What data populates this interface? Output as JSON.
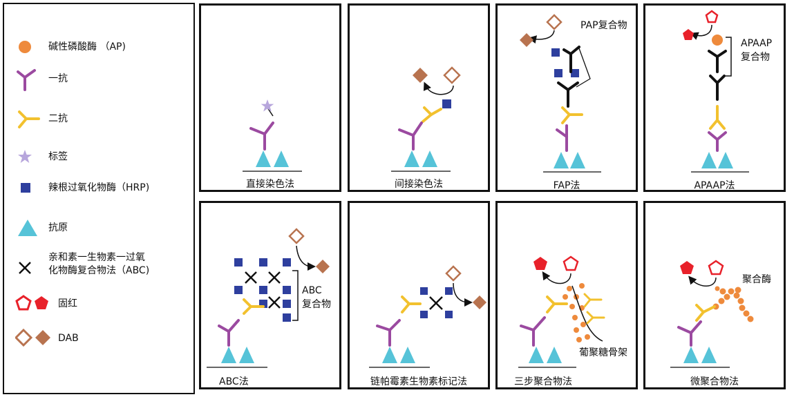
{
  "legend": {
    "items": [
      {
        "icon": "ap-dot-icon",
        "text": "碱性磷酸酶 （AP)"
      },
      {
        "icon": "primary-antibody-icon",
        "text": "一抗"
      },
      {
        "icon": "secondary-antibody-icon",
        "text": "二抗"
      },
      {
        "icon": "label-star-icon",
        "text": "标签"
      },
      {
        "icon": "hrp-square-icon",
        "text": "辣根过氧化物酶（HRP)"
      },
      {
        "icon": "antigen-triangle-icon",
        "text": "抗原"
      },
      {
        "icon": "abc-cross-icon",
        "text": "亲和素一生物素一过氧化物酶复合物法（ABC)",
        "text_line1": "亲和素一生物素一过氧",
        "text_line2": "化物酶复合物法（ABC)"
      },
      {
        "icon": "fast-red-pentagon-icon",
        "text": "固红"
      },
      {
        "icon": "dab-diamond-icon",
        "text": "DAB"
      }
    ]
  },
  "panels": {
    "direct": {
      "label": "直接染色法"
    },
    "indirect": {
      "label": "间接染色法"
    },
    "pap": {
      "label": "FAP法",
      "annotation": "PAP复合物"
    },
    "apaap": {
      "label": "APAAP法",
      "annotation_line1": "APAAP",
      "annotation_line2": "复合物"
    },
    "abc": {
      "label": "ABC法",
      "annotation_line1": "ABC",
      "annotation_line2": "复合物"
    },
    "lsab": {
      "label": "链帕霉素生物素标记法"
    },
    "envision": {
      "label": "三步聚合物法",
      "annotation": "葡聚糖骨架"
    },
    "micropolymer": {
      "label": "微聚合物法",
      "annotation": "聚合酶"
    }
  },
  "colors": {
    "primary_antibody": "#9b4aa0",
    "secondary_antibody": "#f2c12e",
    "antigen": "#56c3d8",
    "hrp": "#2e3f9e",
    "ap": "#ee8a3c",
    "label_star": "#b7a6dc",
    "fast_red": "#e8212a",
    "dab": "#b8734f"
  }
}
